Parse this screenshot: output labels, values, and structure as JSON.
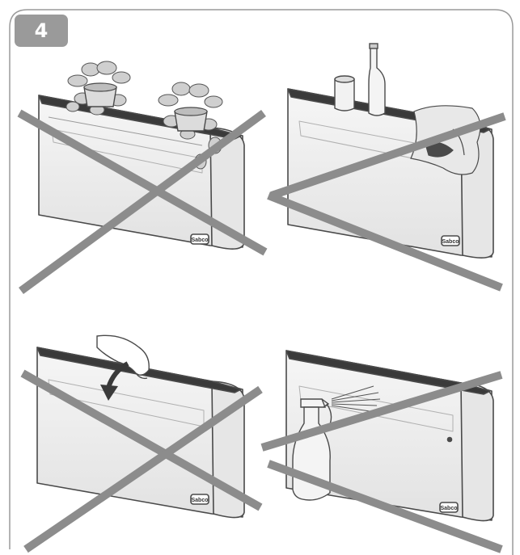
{
  "step": {
    "number": "4"
  },
  "brand": {
    "logo_text": "Sabco"
  },
  "panels": [
    {
      "id": "plants-on-top",
      "prohibited": true
    },
    {
      "id": "objects-on-top",
      "prohibited": true
    },
    {
      "id": "open-flap-by-hand",
      "prohibited": false
    },
    {
      "id": "spray-cleaning",
      "prohibited": true
    }
  ],
  "colors": {
    "cross": "#8c8c8c",
    "outline": "#4a4a4a",
    "body": "#eeeeee",
    "badge": "#9a9a9a"
  }
}
